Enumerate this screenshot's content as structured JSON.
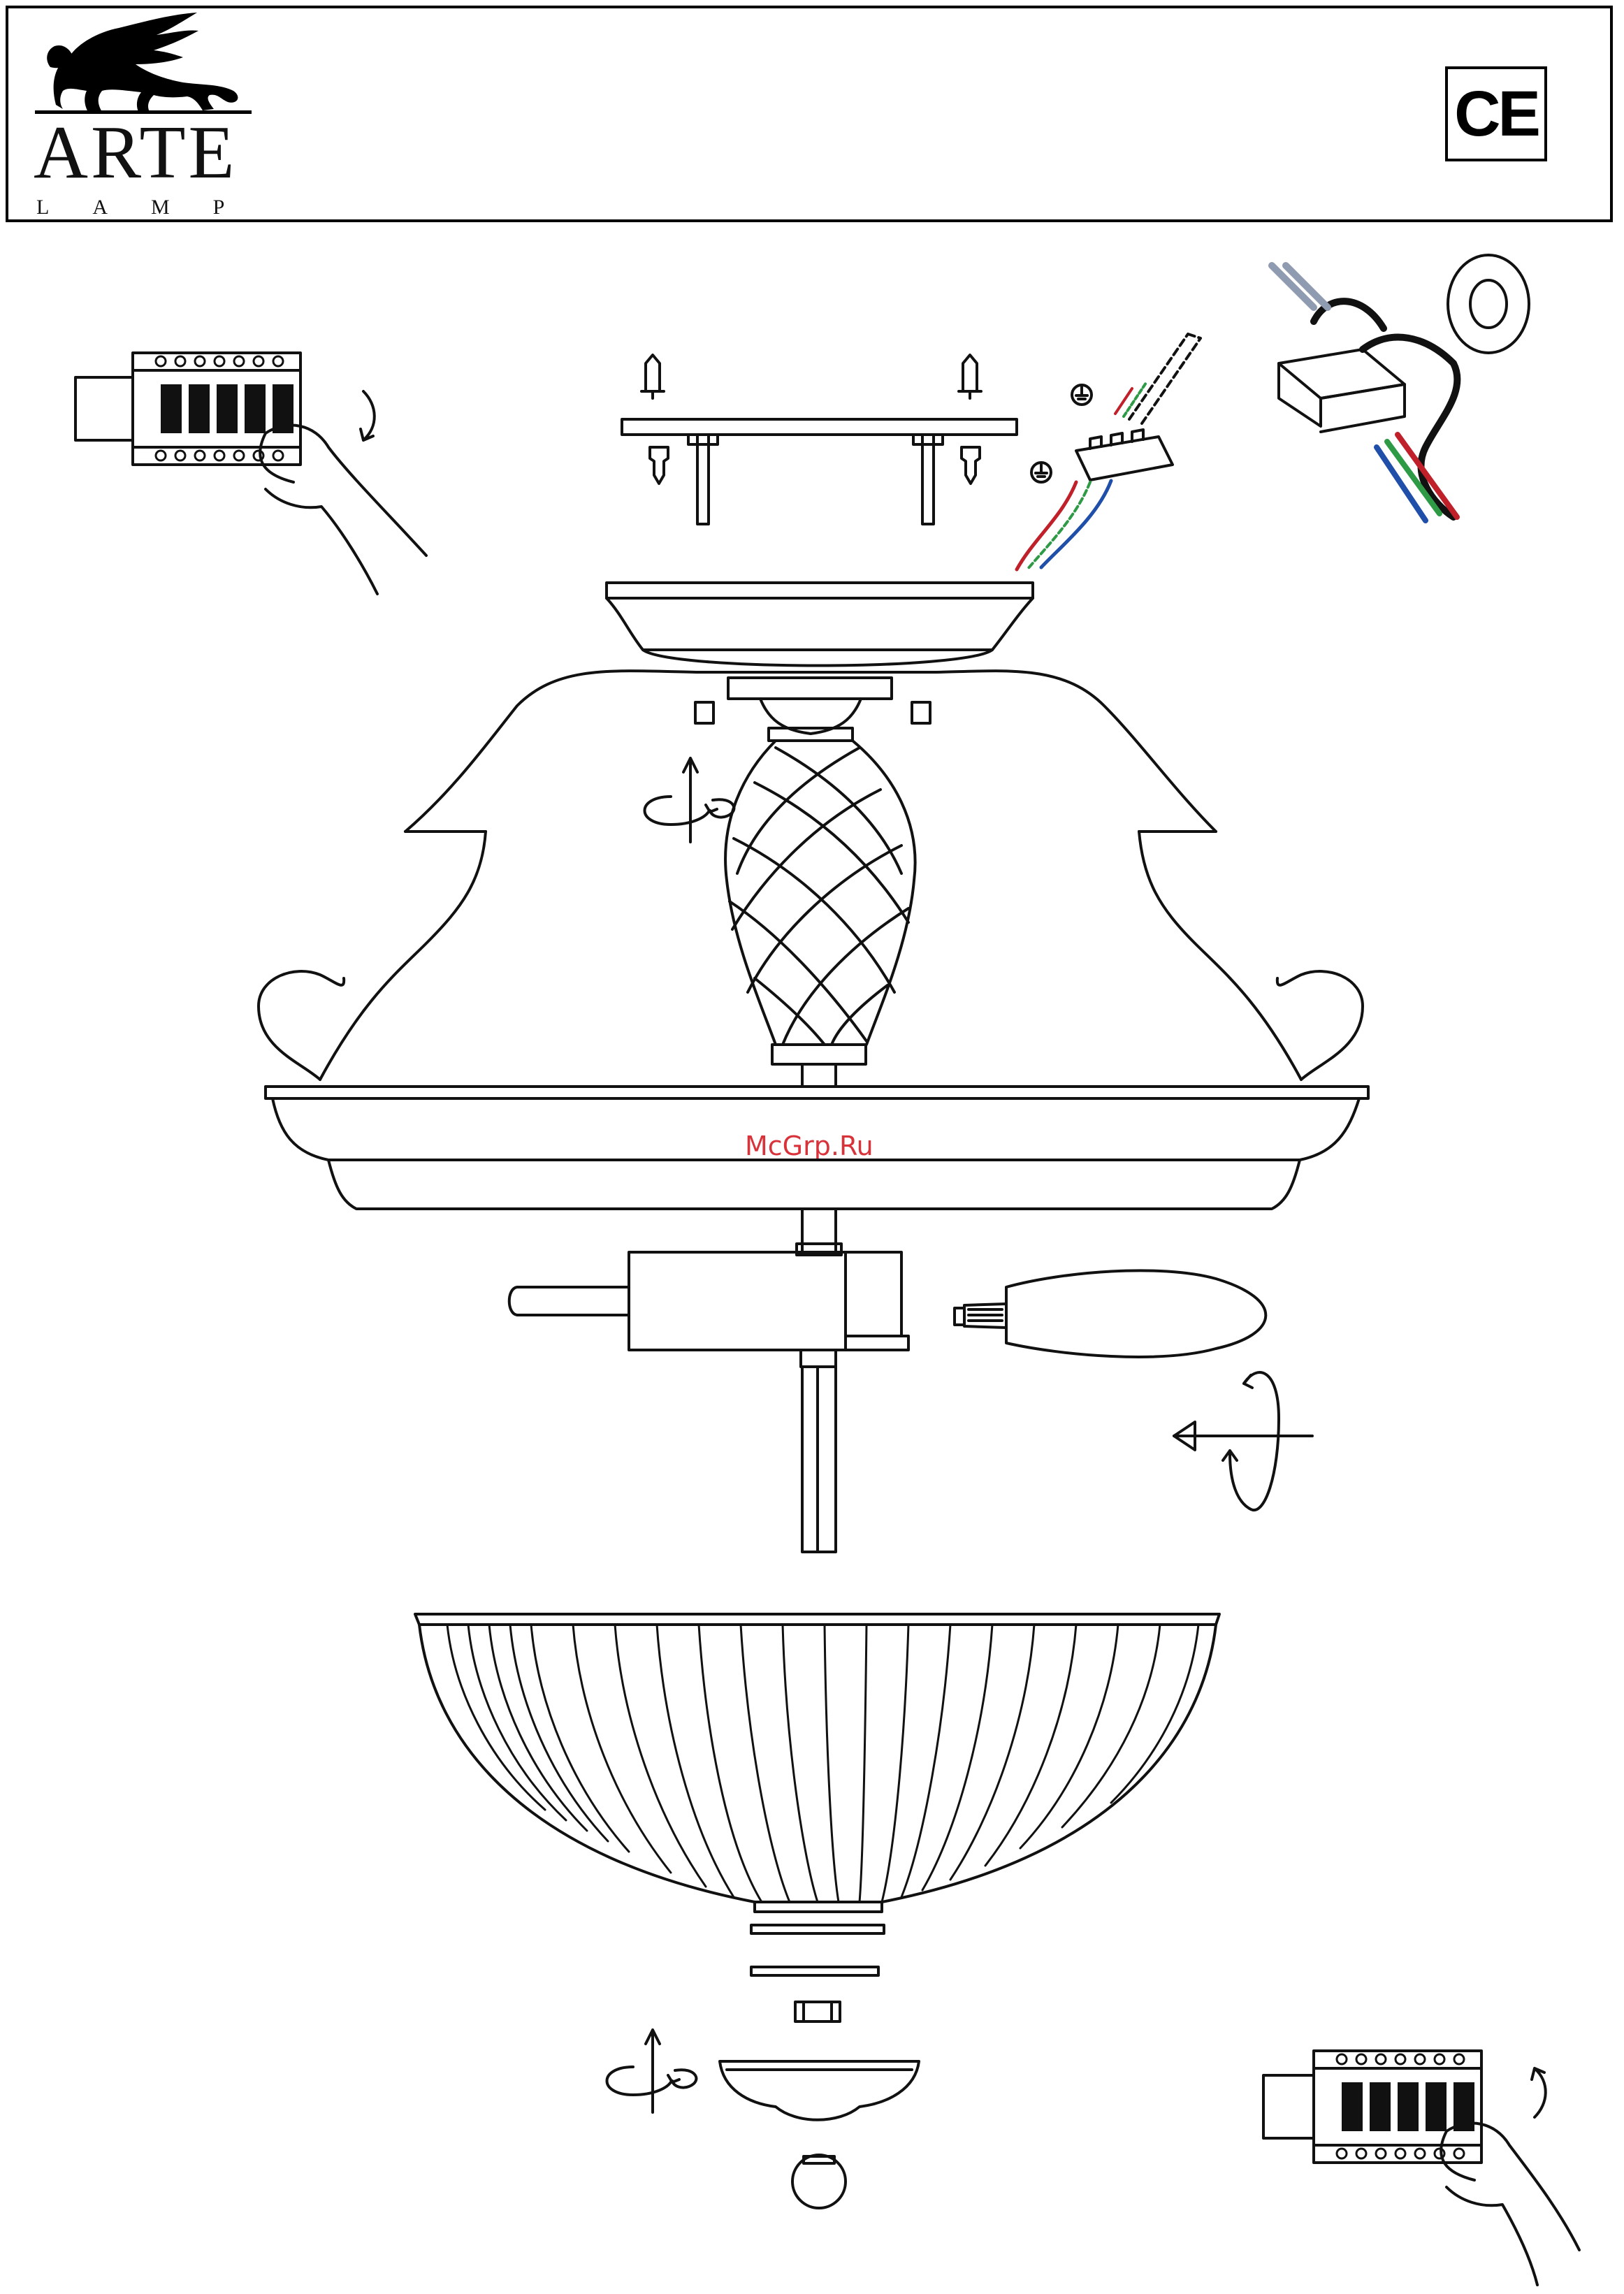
{
  "header": {
    "brand_name": "ARTE",
    "brand_sub": "LAMP",
    "certification": "CE"
  },
  "watermark": "McGrp.Ru",
  "icons": [
    "winged-lion-logo",
    "ground-symbol",
    "rotate-arrow-icon",
    "screw-in-arrow-icon",
    "circuit-breaker-hand-icon"
  ],
  "colors": {
    "wire_live": "#c0202a",
    "wire_neutral": "#1f4fa8",
    "wire_earth": "#2e9a46",
    "line": "#111111"
  }
}
